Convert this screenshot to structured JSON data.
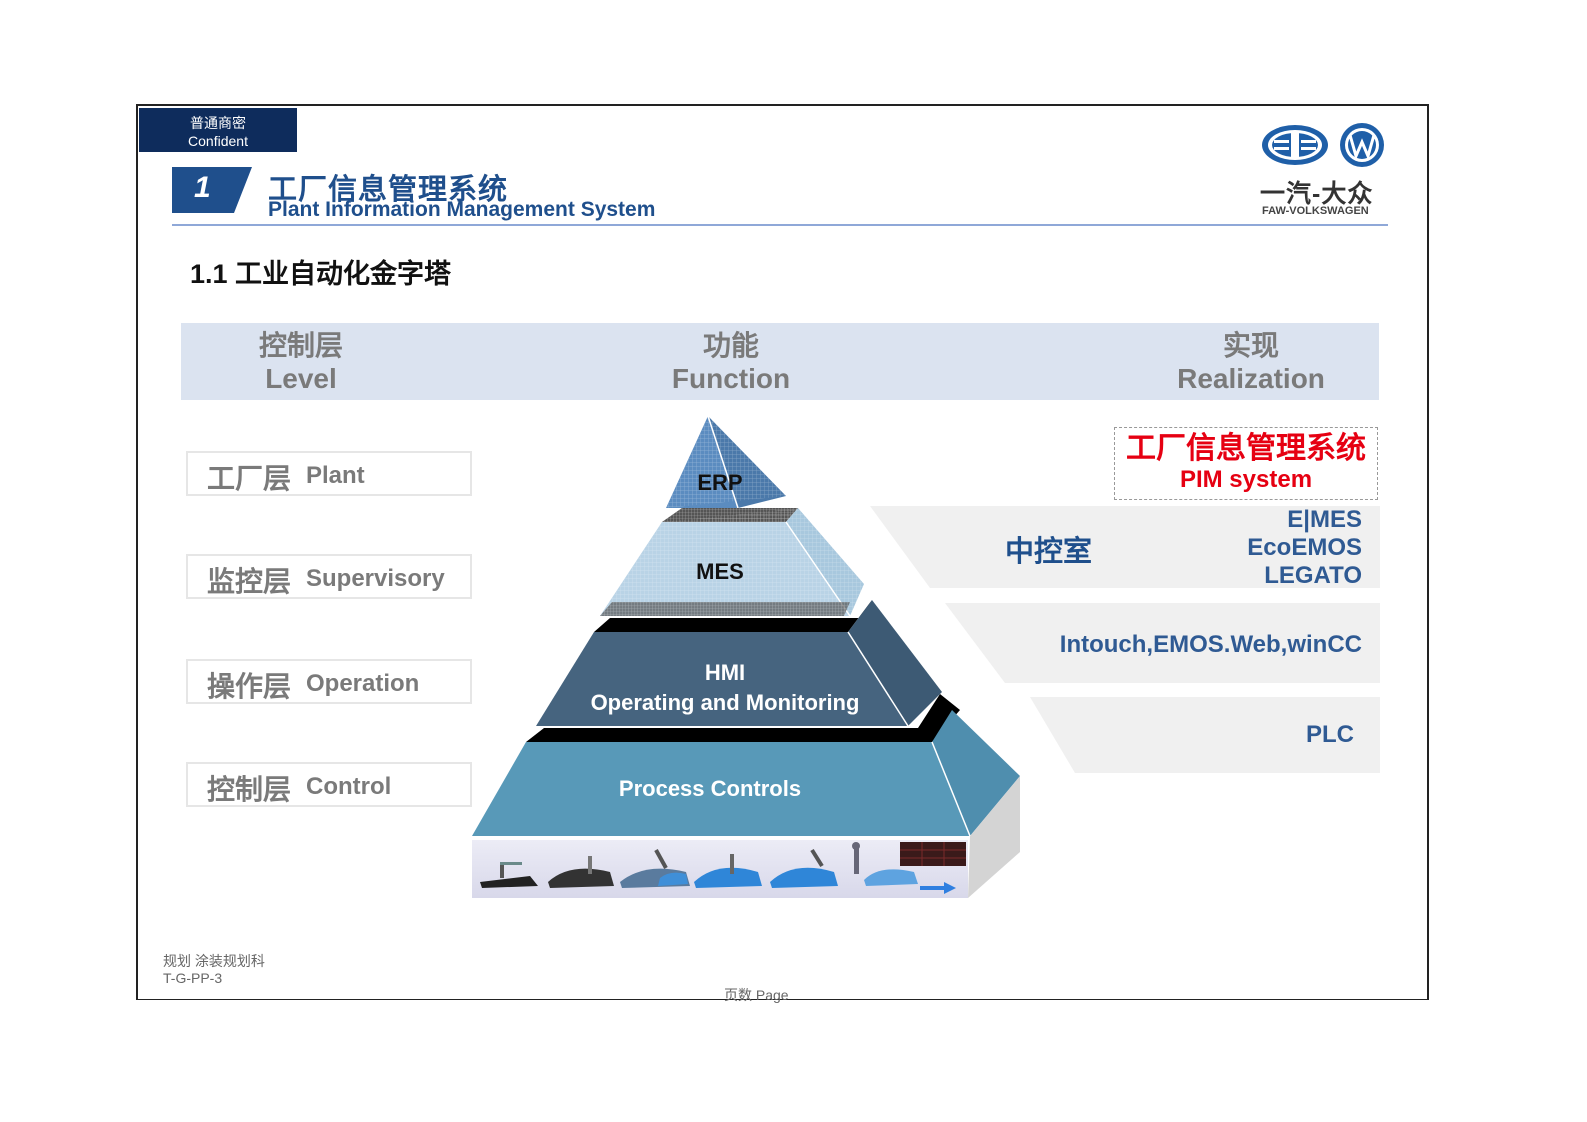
{
  "header": {
    "confidential_zh": "普通商密",
    "confidential_en": "Confident",
    "section_number": "1",
    "title_zh": "工厂信息管理系统",
    "title_en": "Plant Information Management System",
    "logo_zh": "一汽-大众",
    "logo_en": "FAW-VOLKSWAGEN",
    "colors": {
      "navy": "#0e2c5c",
      "title_blue": "#1f4f8c",
      "rule": "#8fa8d8"
    }
  },
  "subheading": "1.1 工业自动化金字塔",
  "column_headers": [
    {
      "zh": "控制层",
      "en": "Level"
    },
    {
      "zh": "功能",
      "en": "Function"
    },
    {
      "zh": "实现",
      "en": "Realization"
    }
  ],
  "levels": [
    {
      "zh": "工厂层",
      "en": "Plant"
    },
    {
      "zh": "监控层",
      "en": "Supervisory"
    },
    {
      "zh": "操作层",
      "en": "Operation"
    },
    {
      "zh": "控制层",
      "en": "Control"
    }
  ],
  "pyramid": {
    "layers": [
      {
        "label": "ERP",
        "color": "#5b8cc0"
      },
      {
        "label": "MES",
        "color": "#b9d3e6"
      },
      {
        "label": "HMI",
        "sublabel": "Operating and Monitoring",
        "color": "#46647f"
      },
      {
        "label": "Process Controls",
        "color": "#5899b8"
      }
    ]
  },
  "realization": {
    "pim_zh": "工厂信息管理系统",
    "pim_en": "PIM system",
    "pim_color": "#e60012",
    "supervisory_label": "中控室",
    "supervisory_items": [
      "E|MES",
      "EcoEMOS",
      "LEGATO"
    ],
    "operation_items": "Intouch,EMOS.Web,winCC",
    "control_items": "PLC",
    "text_color": "#2f5a93"
  },
  "footer": {
    "dept": "规划 涂装规划科",
    "code": "T-G-PP-3",
    "page_label": "页数 Page"
  }
}
